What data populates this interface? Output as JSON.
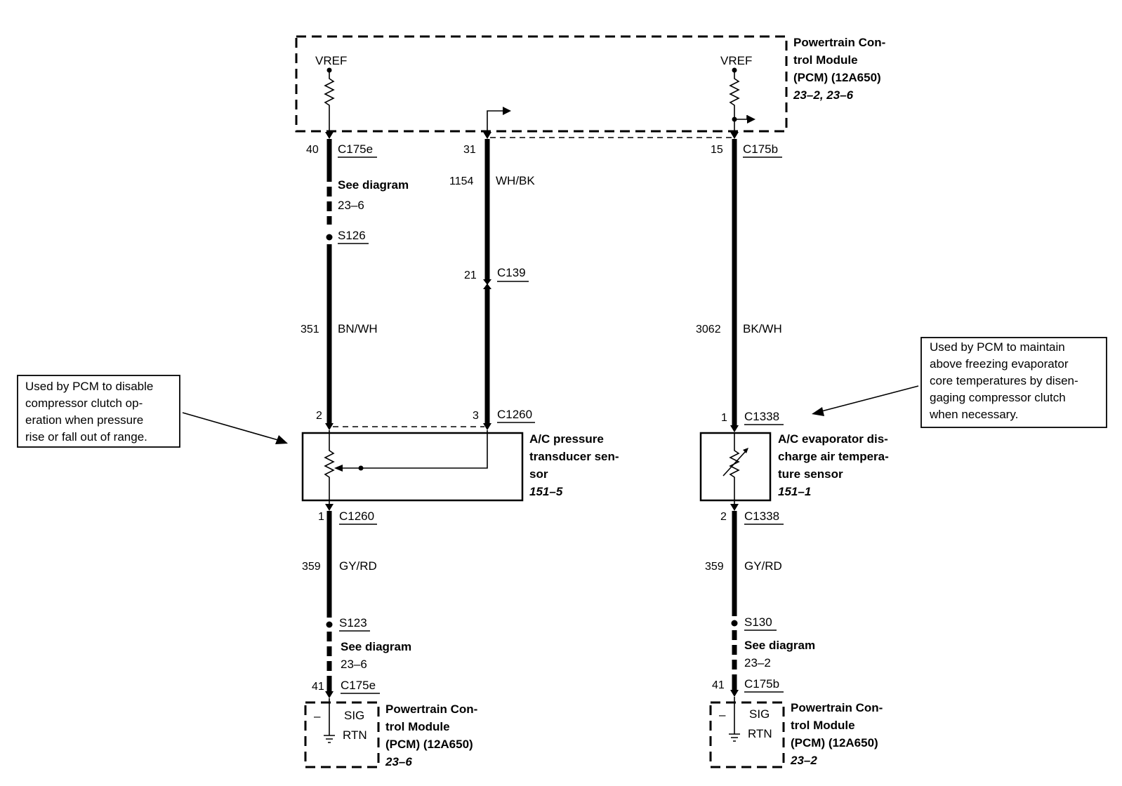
{
  "pcm_top": {
    "title_lines": [
      "Powertrain Con-",
      "trol Module",
      "(PCM) (12A650)"
    ],
    "ref": "23–2, 23–6",
    "vref_left": "VREF",
    "vref_right": "VREF"
  },
  "circuit_left": {
    "pin_top": "40",
    "connector_top": "C175e",
    "see_diagram": "See diagram",
    "see_ref": "23–6",
    "splice": "S126",
    "circuit_no": "351",
    "wire_color": "BN/WH",
    "pin_sensor": "2"
  },
  "circuit_middle": {
    "pin_top": "31",
    "circuit_no": "1154",
    "wire_color": "WH/BK",
    "inline_pin": "21",
    "inline_connector": "C139",
    "pin_sensor": "3",
    "connector_sensor": "C1260"
  },
  "circuit_right": {
    "pin_top": "15",
    "connector_top": "C175b",
    "circuit_no": "3062",
    "wire_color": "BK/WH",
    "pin_sensor": "1",
    "connector_sensor": "C1338"
  },
  "sensor_pressure": {
    "name_lines": [
      "A/C pressure",
      "transducer sen-",
      "sor"
    ],
    "ref": "151–5",
    "pin_bottom": "1",
    "connector_bottom": "C1260"
  },
  "sensor_evap": {
    "name_lines": [
      "A/C evaporator dis-",
      "charge air tempera-",
      "ture sensor"
    ],
    "ref": "151–1",
    "pin_bottom": "2",
    "connector_bottom": "C1338"
  },
  "return_left": {
    "circuit_no": "359",
    "wire_color": "GY/RD",
    "splice": "S123",
    "see_diagram": "See diagram",
    "see_ref": "23–6",
    "pin": "41",
    "connector": "C175e",
    "minus": "–",
    "sig": "SIG",
    "rtn": "RTN",
    "pcm_lines": [
      "Powertrain Con-",
      "trol Module",
      "(PCM) (12A650)"
    ],
    "pcm_ref": "23–6"
  },
  "return_right": {
    "circuit_no": "359",
    "wire_color": "GY/RD",
    "splice": "S130",
    "see_diagram": "See diagram",
    "see_ref": "23–2",
    "pin": "41",
    "connector": "C175b",
    "minus": "–",
    "sig": "SIG",
    "rtn": "RTN",
    "pcm_lines": [
      "Powertrain Con-",
      "trol Module",
      "(PCM) (12A650)"
    ],
    "pcm_ref": "23–2"
  },
  "note_left": {
    "lines": [
      "Used by PCM to disable",
      "compressor clutch op-",
      "eration when pressure",
      "rise or fall out of range."
    ]
  },
  "note_right": {
    "lines": [
      "Used by PCM to maintain",
      "above freezing evaporator",
      "core temperatures by disen-",
      "gaging compressor clutch",
      "when necessary."
    ]
  }
}
